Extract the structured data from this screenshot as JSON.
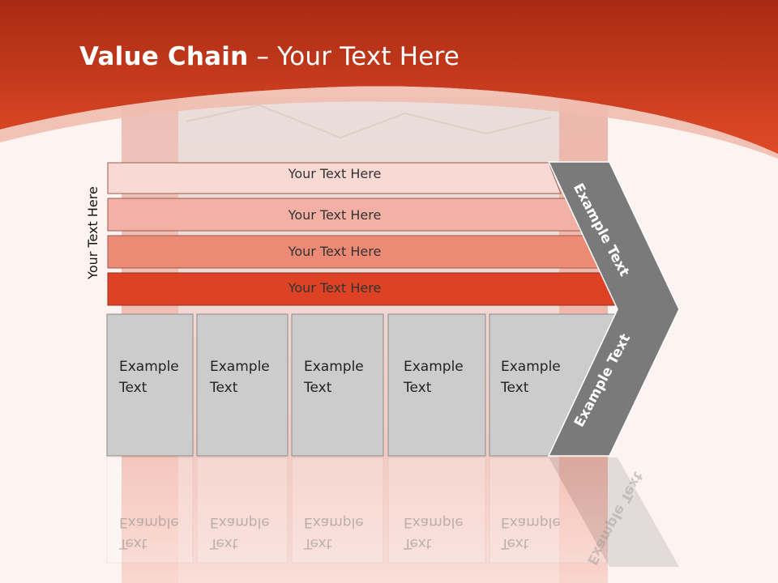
{
  "slide": {
    "title_bold": "Value Chain",
    "title_rest": " – Your Text Here",
    "side_label": "Your Text Here"
  },
  "bands": [
    {
      "text": "Your Text Here",
      "color": "#f9d9d4"
    },
    {
      "text": "Your Text Here",
      "color": "#f2b1a4"
    },
    {
      "text": "Your Text Here",
      "color": "#ec8a75"
    },
    {
      "text": "Your Text Here",
      "color": "#dd4225"
    }
  ],
  "boxes": [
    {
      "line1": "Example",
      "line2": "Text"
    },
    {
      "line1": "Example",
      "line2": "Text"
    },
    {
      "line1": "Example",
      "line2": "Text"
    },
    {
      "line1": "Example",
      "line2": "Text"
    },
    {
      "line1": "Example",
      "line2": "Text"
    }
  ],
  "arrow": {
    "upper_text": "Example Text",
    "lower_text": "Example Text",
    "color": "#7a7a7a"
  },
  "colors": {
    "header_red": "#c8341a",
    "box_grey": "#cccccc",
    "background": "#fdf3f1"
  }
}
